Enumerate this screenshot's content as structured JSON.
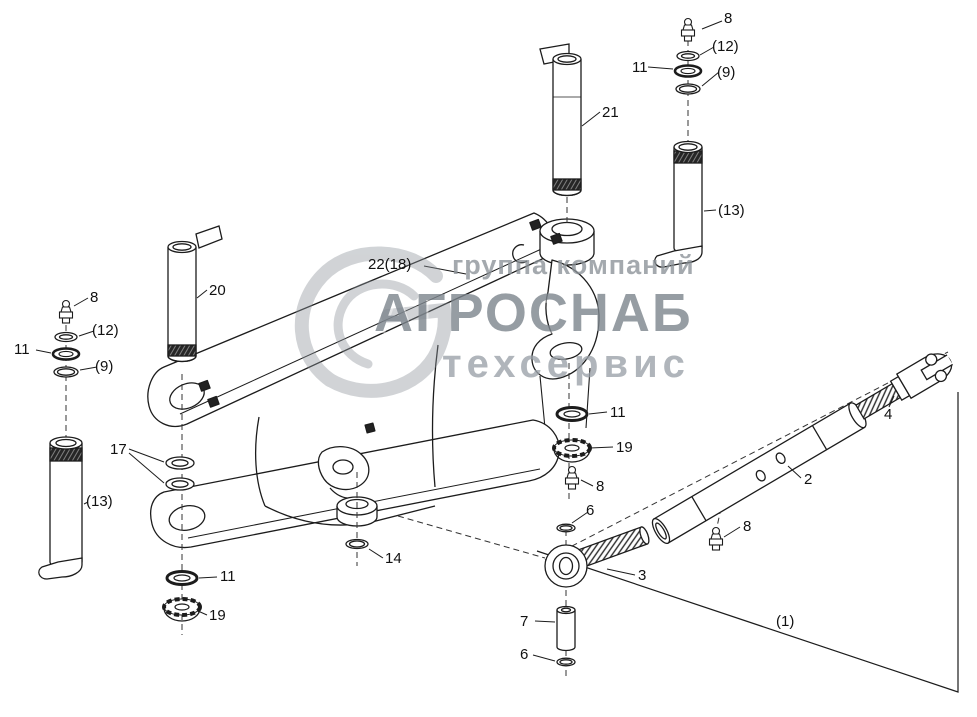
{
  "colors": {
    "line": "#1c1c1c",
    "watermark_dark": "#7d858d",
    "watermark_mid": "#8b9298",
    "watermark_light": "#9aa1a8"
  },
  "watermark": {
    "line1": "группа компаний",
    "line2": "АГРОСНАБ",
    "line3": "техсервис"
  },
  "labels": [
    {
      "text": "8"
    },
    {
      "text": "(12)"
    },
    {
      "text": "11"
    },
    {
      "text": "(9)"
    },
    {
      "text": "21"
    },
    {
      "text": "(13)"
    },
    {
      "text": "22(18)"
    },
    {
      "text": "20"
    },
    {
      "text": "8"
    },
    {
      "text": "(12)"
    },
    {
      "text": "11"
    },
    {
      "text": "(9)"
    },
    {
      "text": "17"
    },
    {
      "text": "(13)"
    },
    {
      "text": "11"
    },
    {
      "text": "19"
    },
    {
      "text": "14"
    },
    {
      "text": "11"
    },
    {
      "text": "19"
    },
    {
      "text": "8"
    },
    {
      "text": "6"
    },
    {
      "text": "3"
    },
    {
      "text": "7"
    },
    {
      "text": "6"
    },
    {
      "text": "2"
    },
    {
      "text": "4"
    },
    {
      "text": "8"
    },
    {
      "text": "(1)"
    }
  ]
}
